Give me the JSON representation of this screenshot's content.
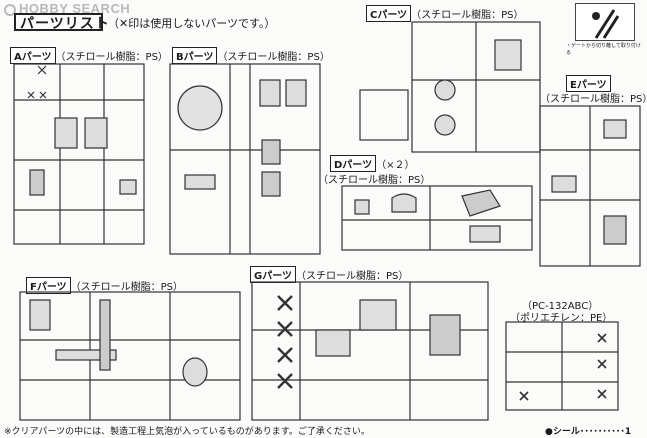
{
  "header": {
    "watermark": "HOBBY SEARCH",
    "title": "パーツリスト",
    "note": "（✕印は使用しないパーツです。）"
  },
  "parts": [
    {
      "letter": "Aパーツ",
      "material": "（スチロール樹脂：PS）"
    },
    {
      "letter": "Bパーツ",
      "material": "（スチロール樹脂：PS）"
    },
    {
      "letter": "Cパーツ",
      "material": "（スチロール樹脂：PS）"
    },
    {
      "letter": "Dパーツ",
      "material": "（×２）",
      "material2": "（スチロール樹脂：PS）"
    },
    {
      "letter": "Eパーツ",
      "material": "（スチロール樹脂：PS）"
    },
    {
      "letter": "Fパーツ",
      "material": "（スチロール樹脂：PS）"
    },
    {
      "letter": "Gパーツ",
      "material": "（スチロール樹脂：PS）"
    },
    {
      "letter": "（PC-132ABC）",
      "material": "（ポリエチレン：PE）"
    }
  ],
  "icon_caption": "・ゲートから切り離して取り付ける",
  "footer": {
    "note": "※クリアパーツの中には、製造工程上気泡が入っているものがあります。ご了承ください。",
    "seal": "●シール･･････････1"
  }
}
